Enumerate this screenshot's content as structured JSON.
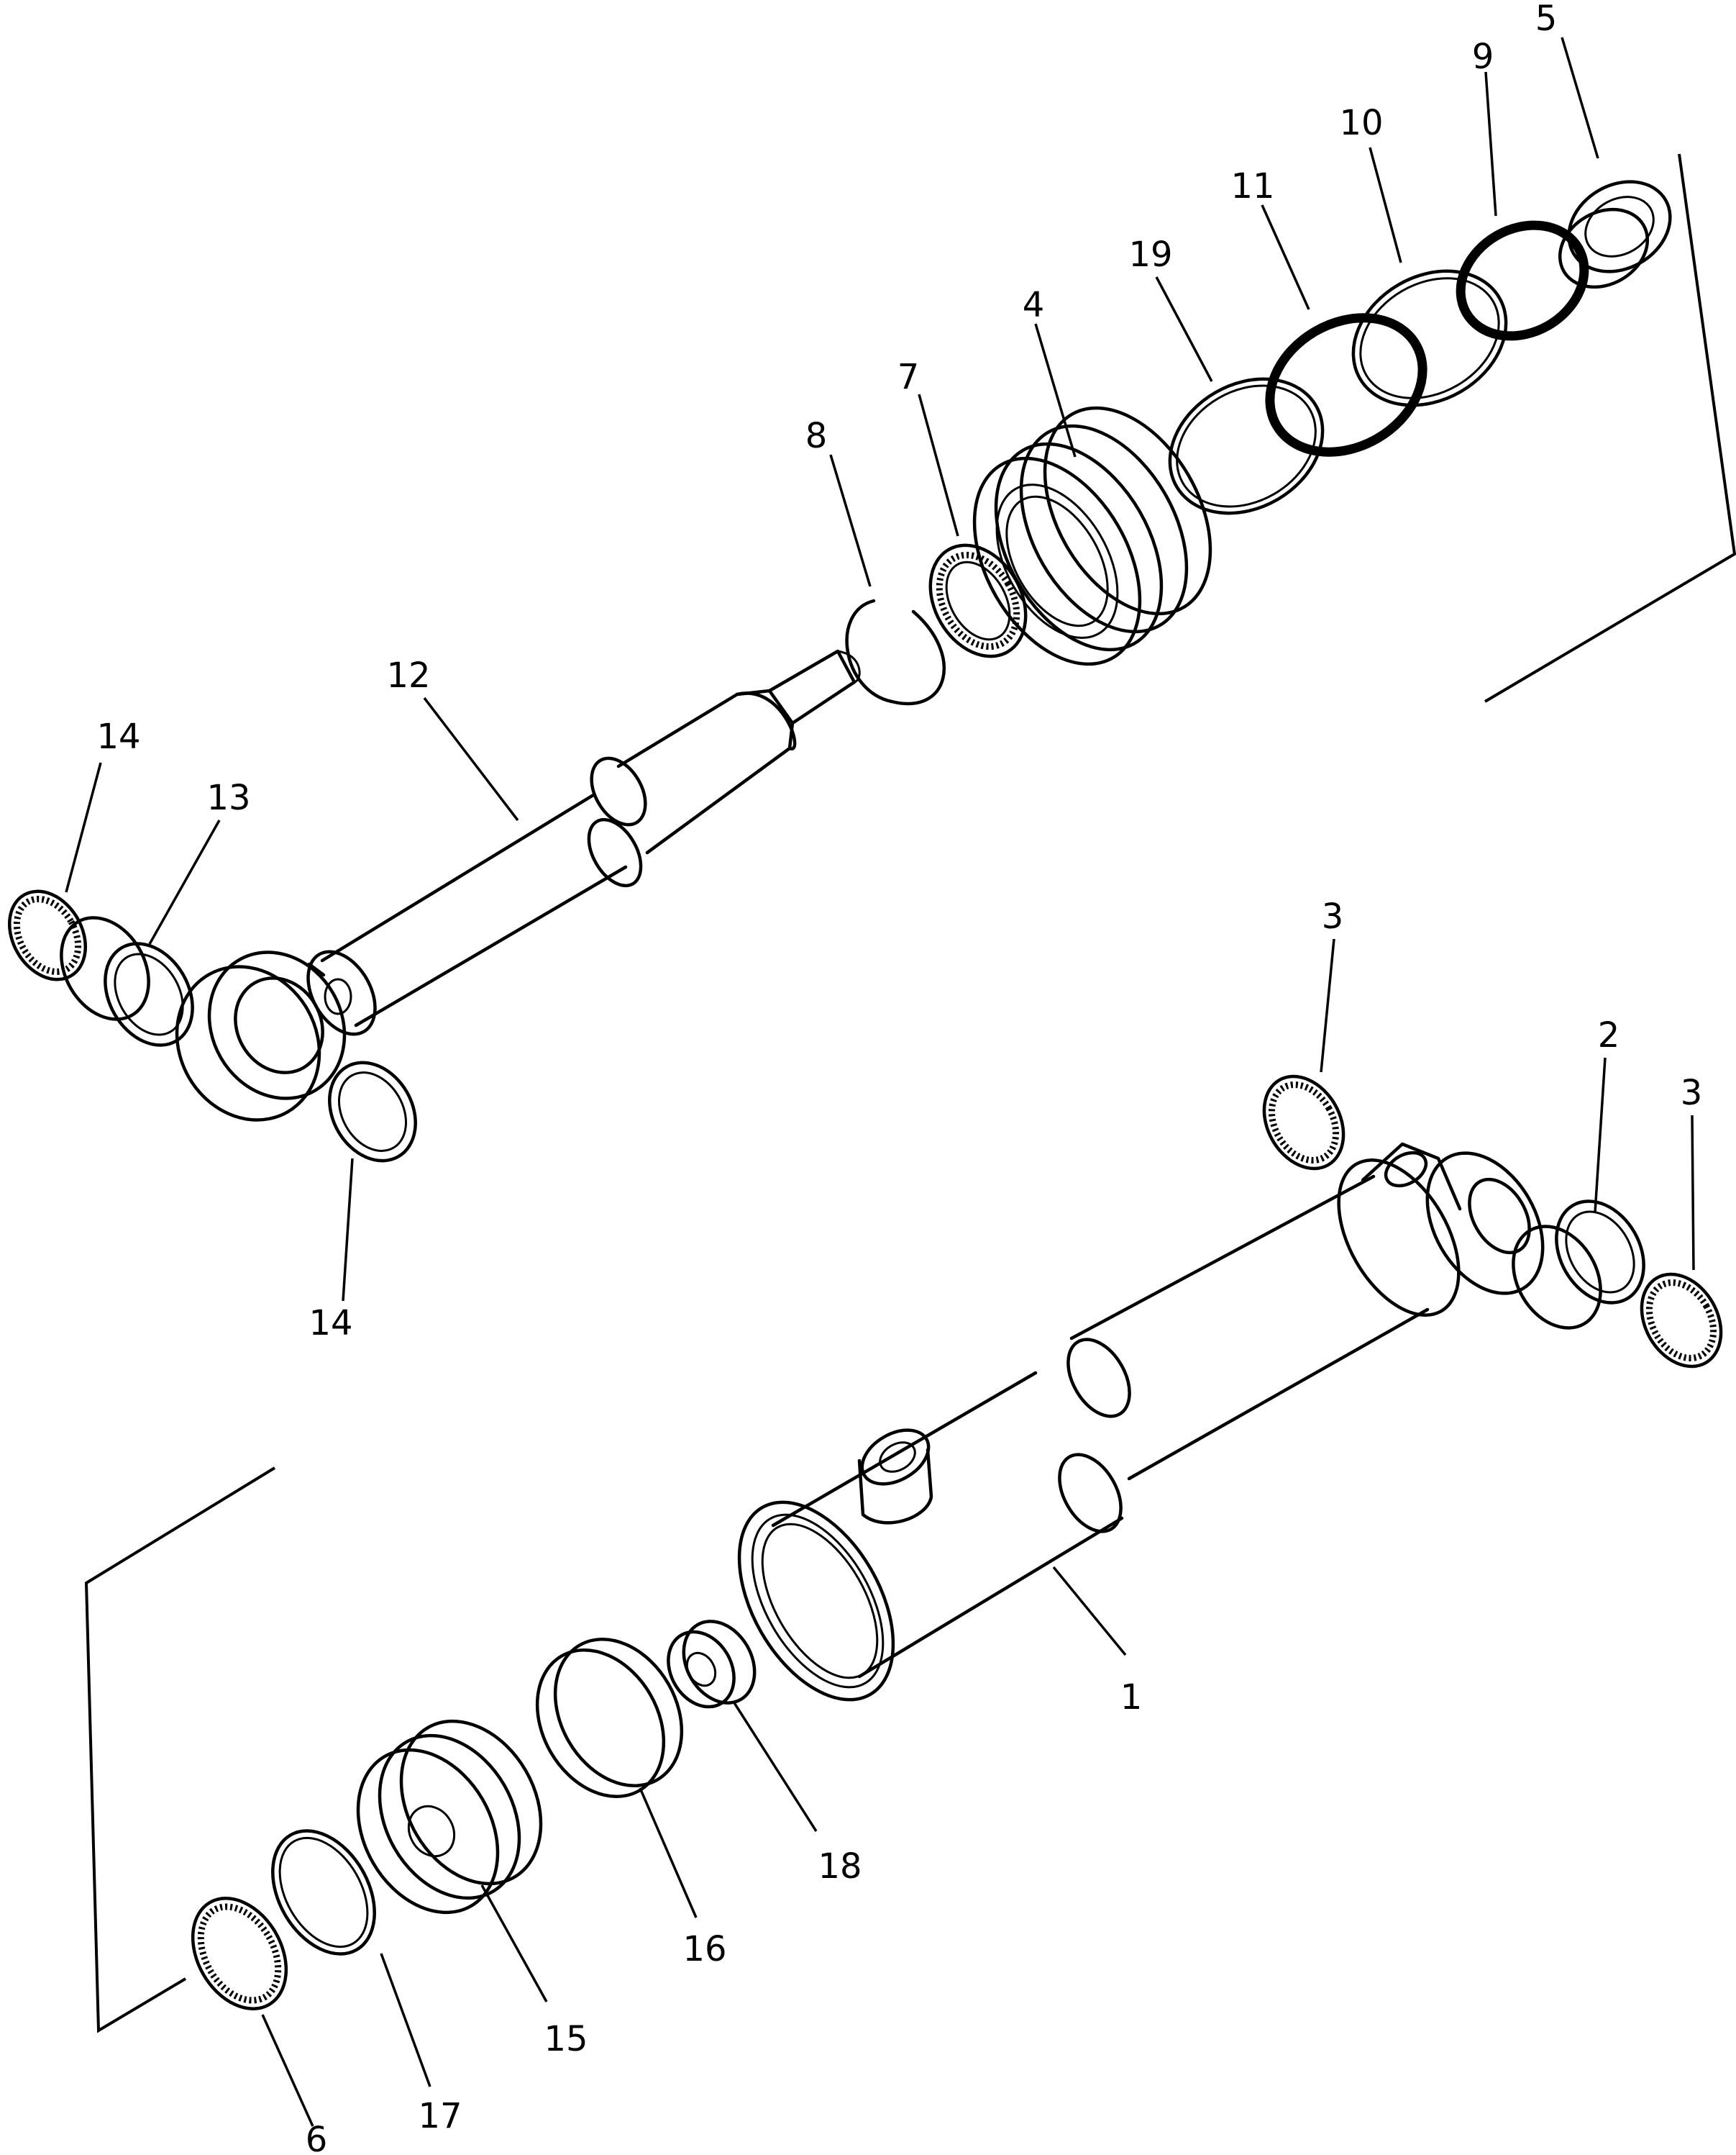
{
  "callouts": {
    "c1": "1",
    "c2": "2",
    "c3a": "3",
    "c3b": "3",
    "c4": "4",
    "c5": "5",
    "c6": "6",
    "c7": "7",
    "c8": "8",
    "c9": "9",
    "c10": "10",
    "c11": "11",
    "c12": "12",
    "c13": "13",
    "c14a": "14",
    "c14b": "14",
    "c15": "15",
    "c16": "16",
    "c17": "17",
    "c18": "18",
    "c19": "19"
  }
}
